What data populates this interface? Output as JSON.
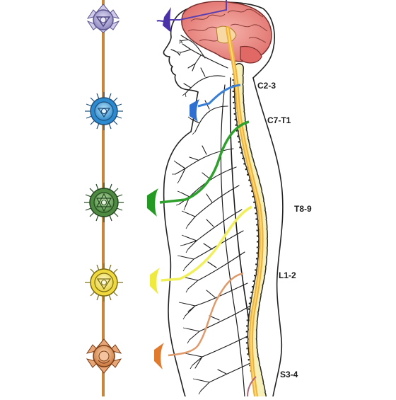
{
  "labels": {
    "c2_3": "C2-3",
    "c7_t1": "C7-T1",
    "t8_9": "T8-9",
    "l1_2": "L1-2",
    "s3_4": "S3-4"
  },
  "chakras": [
    {
      "icon": "crown-chakra-icon",
      "color": "#9b93c9",
      "ring": "#6c63a6"
    },
    {
      "icon": "throat-chakra-icon",
      "color": "#43a9e0",
      "ring": "#1f6ea0"
    },
    {
      "icon": "heart-chakra-icon",
      "color": "#5c9a4c",
      "ring": "#2f5f2a"
    },
    {
      "icon": "solar-plexus-chakra-icon",
      "color": "#f2e35a",
      "ring": "#b9a62a"
    },
    {
      "icon": "sacral-chakra-icon",
      "color": "#d9894f",
      "ring": "#8a4d22"
    }
  ],
  "colors": {
    "staff": "#c8853c",
    "spine": "#f0b23a",
    "brain": "#e98a86",
    "nerve": "#1c1c1c",
    "purple": "#5a3fb0",
    "blue": "#3a7fd6",
    "green": "#2da12b",
    "yellow": "#f1f05a",
    "orange": "#e07a2c",
    "vertebra": "#f6efb8"
  }
}
